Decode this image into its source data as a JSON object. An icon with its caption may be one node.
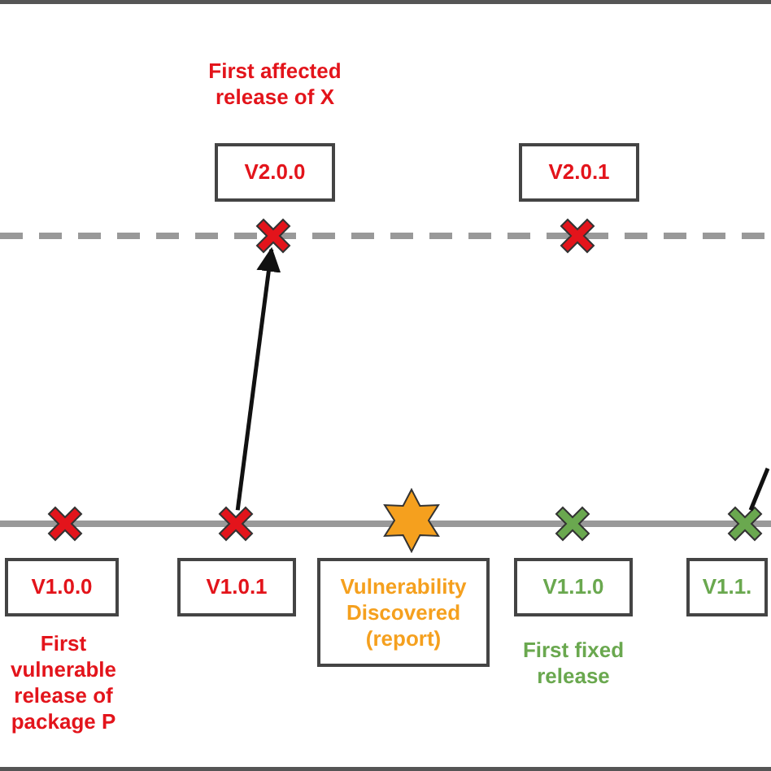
{
  "diagram": {
    "nodes": [
      {
        "text": [
          "V2.0.0"
        ],
        "beside": [
          "First affected release of X"
        ]
      },
      {
        "text": [
          "V2.0.1"
        ]
      },
      {
        "text": [],
        "shape": "cross"
      },
      {
        "text": [],
        "shape": "cross"
      },
      {
        "text": [],
        "shape": "cross"
      },
      {
        "text": [],
        "shape": "cross"
      },
      {
        "text": [],
        "shape": "star"
      },
      {
        "text": [],
        "shape": "cross"
      },
      {
        "text": [],
        "shape": "cross"
      },
      {
        "text": [
          "V1.0.0"
        ],
        "beside": [
          "First vulnerable release of package P"
        ]
      },
      {
        "text": [
          "V1.0.1"
        ]
      },
      {
        "text": [
          "Vulnerability Discovered (report)"
        ]
      },
      {
        "text": [
          "V1.1.0"
        ],
        "beside": [
          "First fixed release"
        ]
      },
      {
        "text": [
          "V1.1."
        ]
      }
    ],
    "edges": [
      {
        "from": 5,
        "to": 2,
        "arrow": "to"
      },
      {
        "from": 8,
        "to": null,
        "arrow": "none"
      }
    ]
  }
}
